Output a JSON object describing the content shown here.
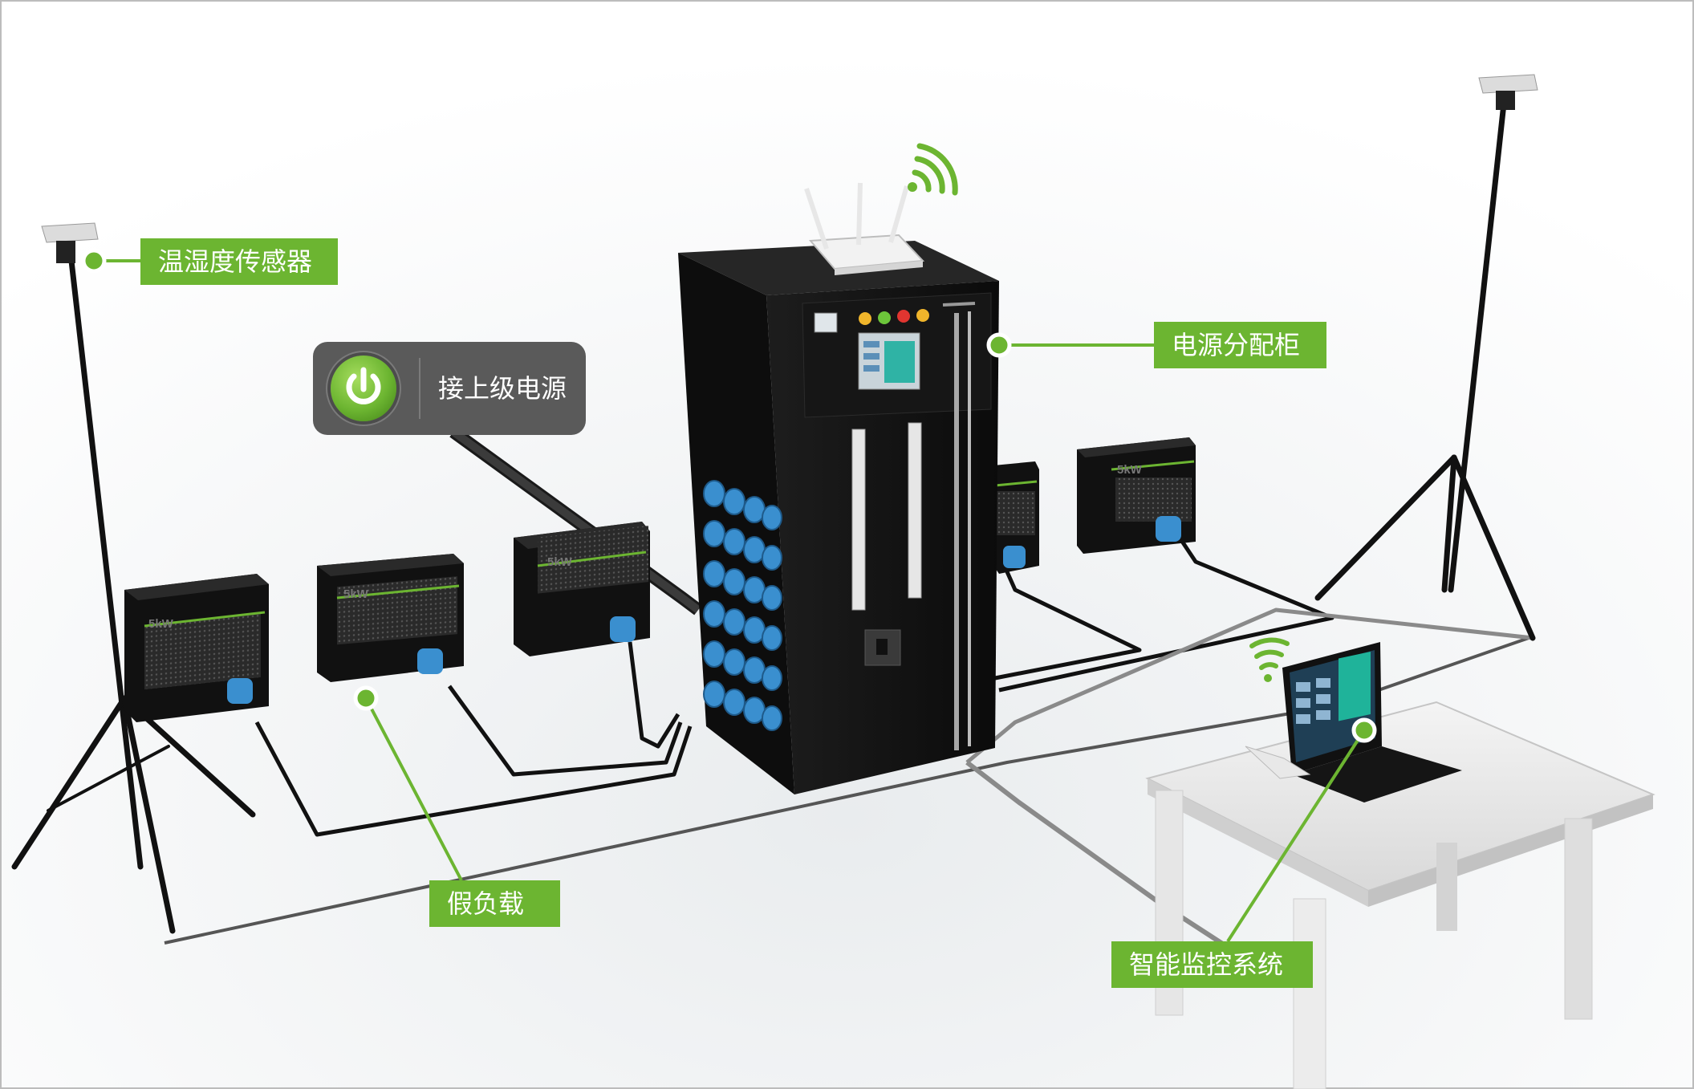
{
  "labels": {
    "temp_sensor": "温湿度传感器",
    "power_cabinet": "电源分配柜",
    "dummy_load": "假负载",
    "monitoring": "智能监控系统"
  },
  "power_badge": {
    "label": "接上级电源"
  },
  "load_box_label": "5kW",
  "colors": {
    "accent_green": "#6cb531",
    "badge_gray": "#5a5a5a",
    "connector_blue": "#3a8fcf",
    "cabinet_black": "#141414"
  },
  "icons": [
    "power-icon",
    "wifi-icon"
  ]
}
